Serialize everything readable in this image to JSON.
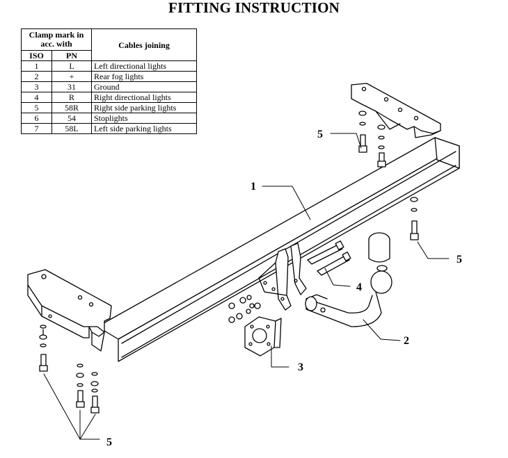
{
  "title": "FITTING INSTRUCTION",
  "table": {
    "header_clamp": "Clamp mark in acc. with",
    "header_cables": "Cables joining",
    "col_iso": "ISO",
    "col_pn": "PN",
    "rows": [
      {
        "iso": "1",
        "pn": "L",
        "desc": "Left directional lights"
      },
      {
        "iso": "2",
        "pn": "+",
        "desc": "Rear fog lights"
      },
      {
        "iso": "3",
        "pn": "31",
        "desc": "Ground"
      },
      {
        "iso": "4",
        "pn": "R",
        "desc": "Right directional lights"
      },
      {
        "iso": "5",
        "pn": "58R",
        "desc": "Right side parking lights"
      },
      {
        "iso": "6",
        "pn": "54",
        "desc": "Stoplights"
      },
      {
        "iso": "7",
        "pn": "58L",
        "desc": "Left side parking lights"
      }
    ]
  },
  "callouts": {
    "c1": "1",
    "c2": "2",
    "c3": "3",
    "c4": "4",
    "c5_top": "5",
    "c5_right": "5",
    "c5_bottom": "5"
  }
}
